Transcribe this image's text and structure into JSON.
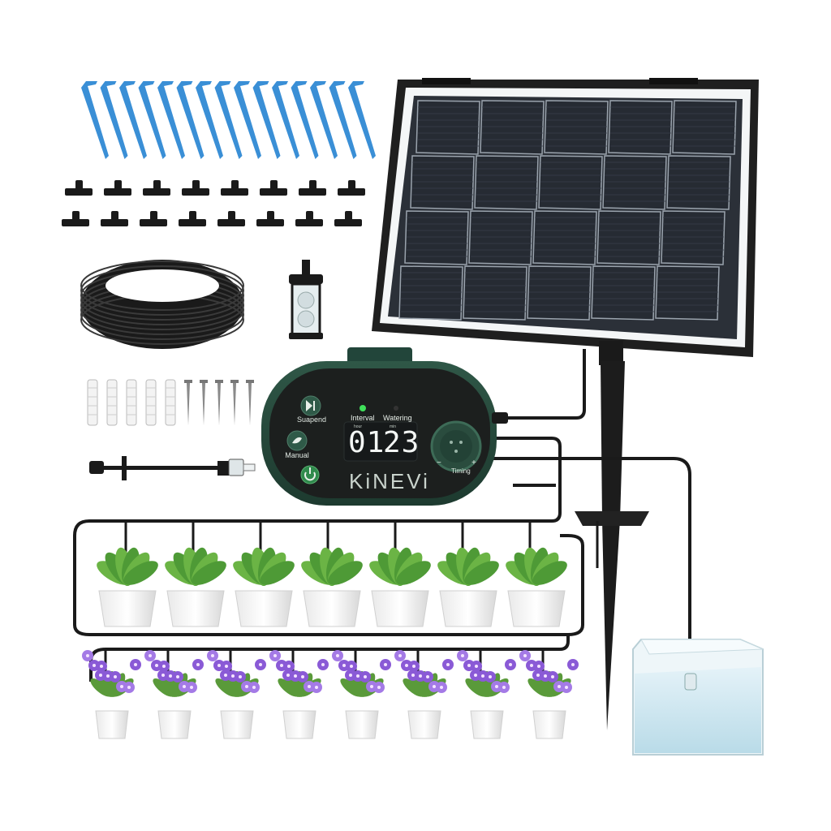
{
  "controller": {
    "brand": "KiNEVi",
    "buttons": {
      "suspend": "Suapend",
      "manual": "Manual"
    },
    "indicators": {
      "interval": "Interval",
      "watering": "Watering"
    },
    "display": {
      "hour_unit": "hour",
      "min_unit": "min",
      "hours": "01",
      "minutes": "23"
    },
    "dial": {
      "label": "Timing",
      "minus": "−",
      "plus": "+"
    }
  },
  "colors": {
    "panel_frame": "#1f1f1f",
    "panel_cell": "#2b3038",
    "controller_body": "#244337",
    "controller_face": "#1c1f1e",
    "dripper": "#3a8fd6",
    "flower": "#8a5ad6",
    "leaf": "#5aa33a",
    "water": "#cfe6f0"
  },
  "icons": [
    "suspend-icon",
    "manual-icon",
    "power-icon",
    "dial-icon"
  ]
}
